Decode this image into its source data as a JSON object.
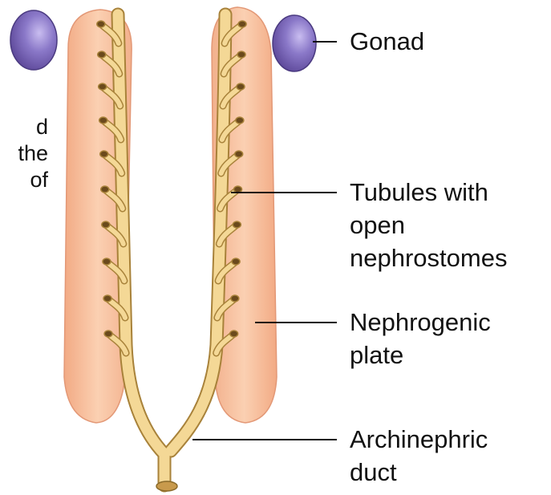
{
  "labels": {
    "gonad": "Gonad",
    "tubules_line1": "Tubules with",
    "tubules_line2": "open",
    "tubules_line3": "nephrostomes",
    "plate_line1": "Nephrogenic",
    "plate_line2": "plate",
    "duct_line1": "Archinephric",
    "duct_line2": "duct"
  },
  "cut_off_text": {
    "line1": "d",
    "line2": "the",
    "line3": "of"
  },
  "colors": {
    "gonad": "#7b66b8",
    "nephrogenic_plate": "#f6c09c",
    "tubule": "#f1d28c",
    "tubule_outline": "#a8823a",
    "leader_line": "#111111"
  }
}
